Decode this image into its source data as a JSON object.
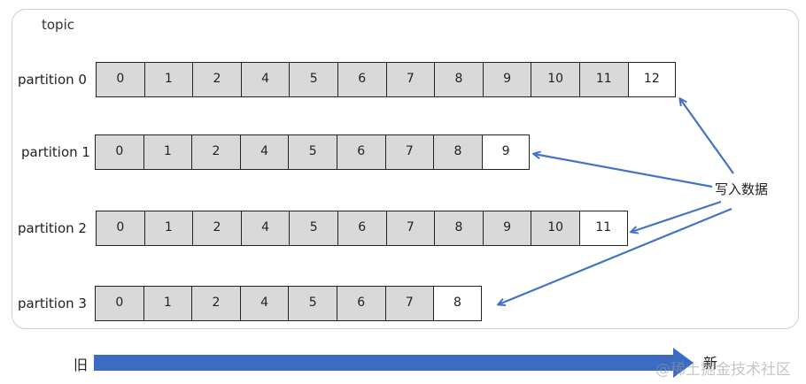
{
  "topic_label": "topic",
  "partitions": [
    {
      "label": "partition 0",
      "offsets": [
        "0",
        "1",
        "2",
        "4",
        "5",
        "6",
        "7",
        "8",
        "9",
        "10",
        "11",
        "12"
      ]
    },
    {
      "label": "partition 1",
      "offsets": [
        "0",
        "1",
        "2",
        "4",
        "5",
        "6",
        "7",
        "8",
        "9"
      ]
    },
    {
      "label": "partition 2",
      "offsets": [
        "0",
        "1",
        "2",
        "4",
        "5",
        "6",
        "7",
        "8",
        "9",
        "10",
        "11"
      ]
    },
    {
      "label": "partition 3",
      "offsets": [
        "0",
        "1",
        "2",
        "4",
        "5",
        "6",
        "7",
        "8"
      ]
    }
  ],
  "write_label": "写入数据",
  "timeline": {
    "old_label": "旧",
    "new_label": "新"
  },
  "watermark": "@稀土掘金技术社区",
  "colors": {
    "arrow": "#4472c4",
    "timeline_arrow": "#3a6cc4",
    "cell_fill": "#d9d9d9",
    "new_cell_fill": "#ffffff"
  }
}
